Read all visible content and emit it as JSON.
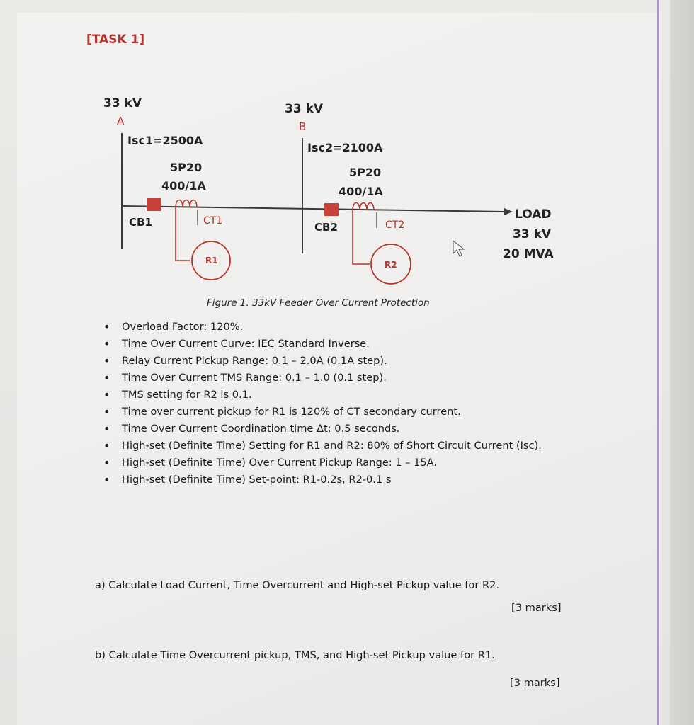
{
  "task": {
    "title": "[TASK 1]"
  },
  "diagram": {
    "bus_a": {
      "voltage": "33 kV",
      "label": "A",
      "isc": "Isc1=2500A"
    },
    "bus_b": {
      "voltage": "33 kV",
      "label": "B",
      "isc": "Isc2=2100A"
    },
    "ct1": {
      "class": "5P20",
      "ratio": "400/1A",
      "name": "CT1"
    },
    "ct2": {
      "class": "5P20",
      "ratio": "400/1A",
      "name": "CT2"
    },
    "cb1": "CB1",
    "cb2": "CB2",
    "r1": "R1",
    "r2": "R2",
    "load": {
      "label": "LOAD",
      "voltage": "33 kV",
      "rating": "20 MVA"
    },
    "caption": "Figure 1. 33kV Feeder Over Current Protection",
    "colors": {
      "breaker": "#c8423b",
      "relay": "#b8332b",
      "line": "#3a3a3a"
    }
  },
  "bullets": [
    "Overload Factor: 120%.",
    "Time Over Current Curve: IEC Standard Inverse.",
    "Relay Current Pickup Range: 0.1 – 2.0A (0.1A step).",
    "Time Over Current TMS Range: 0.1 – 1.0 (0.1 step).",
    "TMS setting for R2 is 0.1.",
    "Time over current pickup for R1 is 120% of CT secondary current.",
    "Time Over Current Coordination time Δt: 0.5 seconds.",
    "High-set (Definite Time) Setting for R1 and R2: 80% of Short Circuit Current (Isc).",
    "High-set (Definite Time) Over Current Pickup Range: 1 – 15A.",
    "High-set (Definite Time) Set-point: R1-0.2s, R2-0.1 s"
  ],
  "questions": [
    {
      "text": "a)  Calculate Load Current, Time Overcurrent and High-set Pickup value for R2.",
      "marks": "[3 marks]"
    },
    {
      "text": "b)  Calculate Time Overcurrent pickup, TMS, and High-set Pickup value for R1.",
      "marks": "[3 marks]"
    }
  ]
}
